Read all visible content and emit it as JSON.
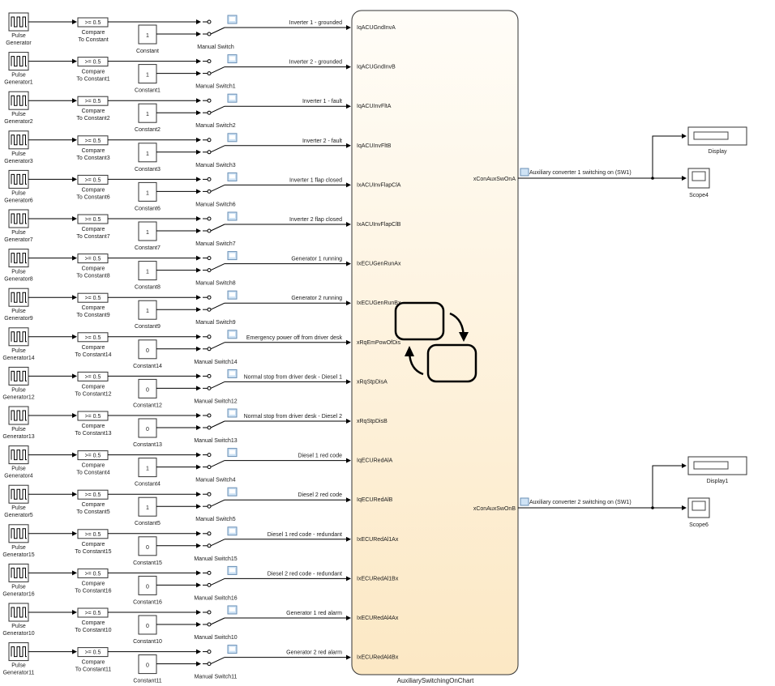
{
  "chart": {
    "name": "AuxiliarySwitchingOnChart",
    "fill_top": "#fffdf8",
    "fill_bottom": "#fce8c4"
  },
  "compare_label": ">= 0.5",
  "rows": [
    {
      "pulse": [
        "Pulse",
        "Generator"
      ],
      "compare": [
        "Compare",
        "To Constant"
      ],
      "const_name": "Constant",
      "const_val": "1",
      "switch_name": "Manual Switch",
      "signal": "Inverter 1 - grounded",
      "port": "IqACUGndInvA"
    },
    {
      "pulse": [
        "Pulse",
        "Generator1"
      ],
      "compare": [
        "Compare",
        "To Constant1"
      ],
      "const_name": "Constant1",
      "const_val": "1",
      "switch_name": "Manual Switch1",
      "signal": "Inverter 2 - grounded",
      "port": "IqACUGndInvB"
    },
    {
      "pulse": [
        "Pulse",
        "Generator2"
      ],
      "compare": [
        "Compare",
        "To Constant2"
      ],
      "const_name": "Constant2",
      "const_val": "1",
      "switch_name": "Manual Switch2",
      "signal": "Inverter 1 - fault",
      "port": "IqACUInvFltA"
    },
    {
      "pulse": [
        "Pulse",
        "Generator3"
      ],
      "compare": [
        "Compare",
        "To Constant3"
      ],
      "const_name": "Constant3",
      "const_val": "1",
      "switch_name": "Manual Switch3",
      "signal": "Inverter 2 - fault",
      "port": "IqACUInvFltB"
    },
    {
      "pulse": [
        "Pulse",
        "Generator6"
      ],
      "compare": [
        "Compare",
        "To Constant6"
      ],
      "const_name": "Constant6",
      "const_val": "1",
      "switch_name": "Manual Switch6",
      "signal": "Inverter 1 flap closed",
      "port": "IxACUInvFlapClA"
    },
    {
      "pulse": [
        "Pulse",
        "Generator7"
      ],
      "compare": [
        "Compare",
        "To Constant7"
      ],
      "const_name": "Constant7",
      "const_val": "1",
      "switch_name": "Manual Switch7",
      "signal": "Inverter 2 flap closed",
      "port": "IxACUInvFlapClB"
    },
    {
      "pulse": [
        "Pulse",
        "Generator8"
      ],
      "compare": [
        "Compare",
        "To Constant8"
      ],
      "const_name": "Constant8",
      "const_val": "1",
      "switch_name": "Manual Switch8",
      "signal": "Generator 1 running",
      "port": "IxECUGenRunAx"
    },
    {
      "pulse": [
        "Pulse",
        "Generator9"
      ],
      "compare": [
        "Compare",
        "To Constant9"
      ],
      "const_name": "Constant9",
      "const_val": "1",
      "switch_name": "Manual Switch9",
      "signal": "Generator 2 running",
      "port": "IxECUGenRunBx"
    },
    {
      "pulse": [
        "Pulse",
        "Generator14"
      ],
      "compare": [
        "Compare",
        "To Constant14"
      ],
      "const_name": "Constant14",
      "const_val": "0",
      "switch_name": "Manual Switch14",
      "signal": "Emergency power off from driver desk",
      "port": "xRqEmPowOfDis"
    },
    {
      "pulse": [
        "Pulse",
        "Generator12"
      ],
      "compare": [
        "Compare",
        "To Constant12"
      ],
      "const_name": "Constant12",
      "const_val": "0",
      "switch_name": "Manual Switch12",
      "signal": "Normal stop from driver desk - Diesel 1",
      "port": "xRqStpDisA"
    },
    {
      "pulse": [
        "Pulse",
        "Generator13"
      ],
      "compare": [
        "Compare",
        "To Constant13"
      ],
      "const_name": "Constant13",
      "const_val": "0",
      "switch_name": "Manual Switch13",
      "signal": "Normal stop from driver desk - Diesel 2",
      "port": "xRqStpDisB"
    },
    {
      "pulse": [
        "Pulse",
        "Generator4"
      ],
      "compare": [
        "Compare",
        "To Constant4"
      ],
      "const_name": "Constant4",
      "const_val": "1",
      "switch_name": "Manual Switch4",
      "signal": "Diesel 1 red code",
      "port": "IqECURedAlA"
    },
    {
      "pulse": [
        "Pulse",
        "Generator5"
      ],
      "compare": [
        "Compare",
        "To Constant5"
      ],
      "const_name": "Constant5",
      "const_val": "1",
      "switch_name": "Manual Switch5",
      "signal": "Diesel 2 red code",
      "port": "IqECURedAlB"
    },
    {
      "pulse": [
        "Pulse",
        "Generator15"
      ],
      "compare": [
        "Compare",
        "To Constant15"
      ],
      "const_name": "Constant15",
      "const_val": "0",
      "switch_name": "Manual Switch15",
      "signal": "Diesel 1 red code - redundant",
      "port": "IxECURedAl1Ax"
    },
    {
      "pulse": [
        "Pulse",
        "Generator16"
      ],
      "compare": [
        "Compare",
        "To Constant16"
      ],
      "const_name": "Constant16",
      "const_val": "0",
      "switch_name": "Manual Switch16",
      "signal": "Diesel 2 red code - redundant",
      "port": "IxECURedAl1Bx"
    },
    {
      "pulse": [
        "Pulse",
        "Generator10"
      ],
      "compare": [
        "Compare",
        "To Constant10"
      ],
      "const_name": "Constant10",
      "const_val": "0",
      "switch_name": "Manual Switch10",
      "signal": "Generator 1 red alarm",
      "port": "IxECURedAl4Ax"
    },
    {
      "pulse": [
        "Pulse",
        "Generator11"
      ],
      "compare": [
        "Compare",
        "To Constant11"
      ],
      "const_name": "Constant11",
      "const_val": "0",
      "switch_name": "Manual Switch11",
      "signal": "Generator 2 red alarm",
      "port": "IxECURedAl4Bx"
    }
  ],
  "outputs": [
    {
      "port": "xConAuxSwOnA",
      "signal": "Auxiliary converter 1 switching on (SW1)",
      "display": "Display",
      "scope": "Scope4"
    },
    {
      "port": "xConAuxSwOnB",
      "signal": "Auxiliary converter 2 switching on (SW1)",
      "display": "Display1",
      "scope": "Scope6"
    }
  ]
}
